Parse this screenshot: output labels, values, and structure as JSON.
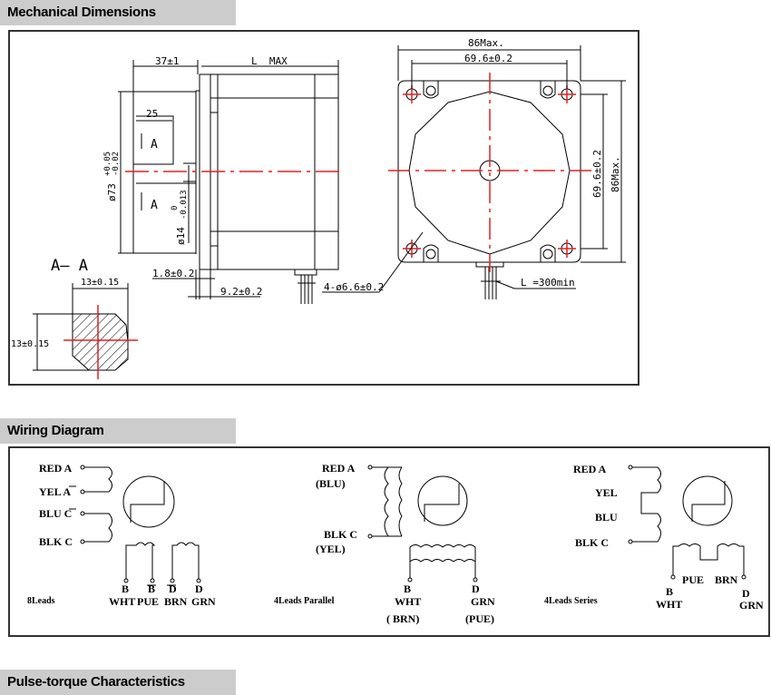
{
  "sections": {
    "mechanical": "Mechanical Dimensions",
    "wiring": "Wiring Diagram",
    "pulse": "Pulse-torque Characteristics"
  },
  "colors": {
    "centerline": "#e02020",
    "header_bg": "#cccccc",
    "border": "#333333"
  },
  "mechanical": {
    "side_view": {
      "flange_len": "37±1",
      "body_len": "L  MAX",
      "flat_len": "25",
      "section_mark_top": "A",
      "section_mark_bottom": "A",
      "pilot_dia": "ø73",
      "pilot_tol_upper": "+0.05",
      "pilot_tol_lower": "-0.02",
      "shaft_dia": "ø14",
      "shaft_tol_upper": "0",
      "shaft_tol_lower": "-0.013",
      "pilot_depth": "1.8±0.2",
      "shoulder": "9.2±0.2"
    },
    "section": {
      "title": "A— A",
      "width": "13±0.15",
      "height": "13±0.15"
    },
    "front_view": {
      "overall_width": "86Max.",
      "hole_spacing": "69.6±0.2",
      "hole_spacing_v": "69.6±0.2",
      "overall_height": "86Max.",
      "holes": "4-ø6.6±0.2",
      "lead_length": "L =300min"
    }
  },
  "wiring": {
    "eight_leads": {
      "caption": "8Leads",
      "left_labels": [
        "RED A",
        "YEL A",
        "BLU C",
        "BLK C"
      ],
      "bottom_top": [
        "B",
        "B",
        "D",
        "D"
      ],
      "bottom_colors": [
        "WHT",
        "PUE",
        "BRN",
        "GRN"
      ]
    },
    "parallel": {
      "caption": "4Leads Parallel",
      "top_label": "RED A",
      "top_alt": "(BLU)",
      "bottom_label": "BLK C",
      "bottom_alt": "(YEL)",
      "b_label": "B",
      "b_color": "WHT",
      "b_alt": "( BRN)",
      "d_label": "D",
      "d_color": "GRN",
      "d_alt": "(PUE)"
    },
    "series": {
      "caption": "4Leads Series",
      "labels": [
        "RED A",
        "YEL",
        "BLU",
        "BLK C"
      ],
      "mid_left": "PUE",
      "mid_right": "BRN",
      "b_label": "B",
      "b_color": "WHT",
      "d_label": "D",
      "d_color": "GRN"
    }
  }
}
